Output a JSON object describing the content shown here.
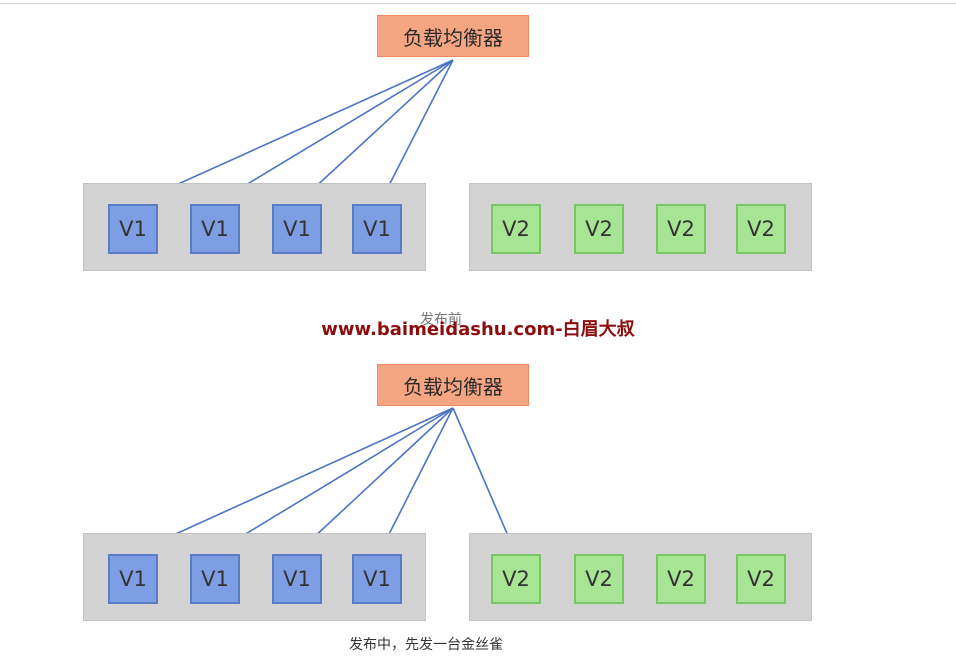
{
  "diagrams": [
    {
      "load_balancer": "负载均衡器",
      "group_v1": [
        "V1",
        "V1",
        "V1",
        "V1"
      ],
      "group_v2": [
        "V2",
        "V2",
        "V2",
        "V2"
      ],
      "caption": "发布前"
    },
    {
      "load_balancer": "负载均衡器",
      "group_v1": [
        "V1",
        "V1",
        "V1",
        "V1"
      ],
      "group_v2": [
        "V2",
        "V2",
        "V2",
        "V2"
      ],
      "caption": "发布中，先发一台金丝雀"
    }
  ],
  "watermark": "www.baimeidashu.com-白眉大叔",
  "colors": {
    "load_balancer_fill": "#f6a582",
    "v1_fill": "#7e9ee3",
    "v2_fill": "#a7e493",
    "group_fill": "#d3d3d3",
    "arrow": "#4d74c4",
    "watermark": "#8b0d0d"
  }
}
